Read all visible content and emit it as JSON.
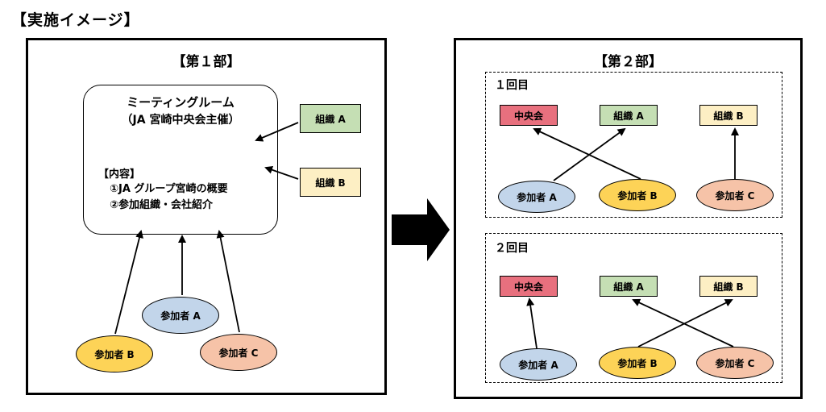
{
  "title": "【実施イメージ】",
  "part1": {
    "title": "【第１部】",
    "room": {
      "title": "ミーティングルーム",
      "subtitle": "（JA 宮崎中央会主催）",
      "content_heading": "【内容】",
      "content_items": [
        "①JA グループ宮崎の概要",
        "②参加組織・会社紹介"
      ]
    },
    "org_a": "組織 A",
    "org_b": "組織 B",
    "participant_a": "参加者 A",
    "participant_b": "参加者 B",
    "participant_c": "参加者 C"
  },
  "part2": {
    "title": "【第２部】",
    "round1": {
      "label": "１回目",
      "chuokai": "中央会",
      "org_a": "組織 A",
      "org_b": "組織 B",
      "participant_a": "参加者 A",
      "participant_b": "参加者 B",
      "participant_c": "参加者 C"
    },
    "round2": {
      "label": "２回目",
      "chuokai": "中央会",
      "org_a": "組織 A",
      "org_b": "組織 B",
      "participant_a": "参加者 A",
      "participant_b": "参加者 B",
      "participant_c": "参加者 C"
    }
  },
  "colors": {
    "org_a": "#c5dfb4",
    "org_b": "#fdefc4",
    "chuokai": "#e8707e",
    "participant_a": "#c2d5ea",
    "participant_b": "#fdd357",
    "participant_c": "#f6c3a8"
  }
}
